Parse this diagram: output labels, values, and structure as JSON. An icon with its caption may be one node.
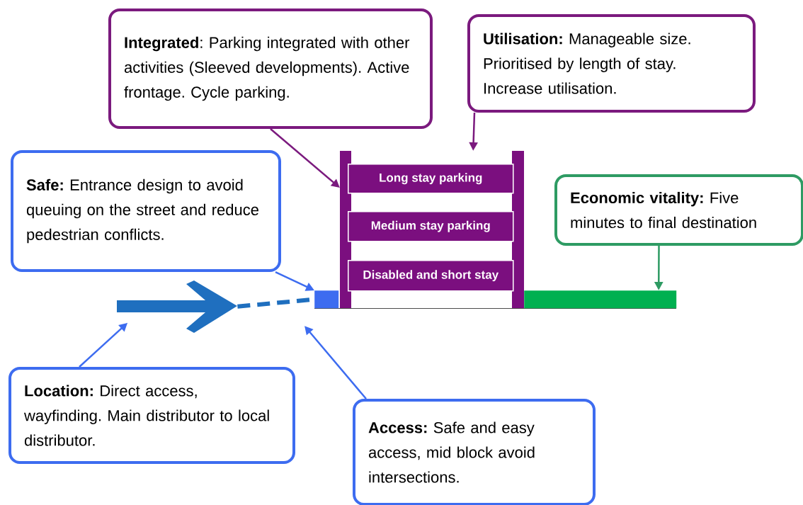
{
  "diagram": {
    "nodes": [
      {
        "text": [
          "**Integrated**: Parking integrated with other activities (Sleeved developments). Active frontage. Cycle parking."
        ]
      },
      {
        "text": [
          "**Utilisation:** Manageable size. Prioritised by length of stay. Increase utilisation."
        ]
      },
      {
        "text": [
          "**Safe:** Entrance design to avoid queuing on the street and reduce pedestrian conflicts."
        ]
      },
      {
        "text": [
          "**Economic vitality:** Five minutes to final destination"
        ]
      },
      {
        "text": [
          "**Location:** Direct access, wayfinding. Main distributor to local distributor."
        ]
      },
      {
        "text": [
          "**Access:** Safe and easy access, mid block avoid intersections."
        ]
      },
      {
        "text": [],
        "shape": "box"
      },
      {
        "text": [
          "Long stay parking"
        ],
        "in": 6
      },
      {
        "text": [
          "Medium stay parking"
        ],
        "in": 6
      },
      {
        "text": [
          "Disabled and short stay"
        ],
        "in": 6
      },
      {
        "text": [],
        "shape": "box"
      },
      {
        "text": [],
        "shape": "bar"
      },
      {
        "text": [],
        "shape": "arrow"
      }
    ],
    "edges": [
      {
        "from": 0,
        "to": 6,
        "arrow": "to",
        "color": "#7b1a7e"
      },
      {
        "from": 1,
        "to": 6,
        "arrow": "to",
        "color": "#7b1a7e"
      },
      {
        "from": 2,
        "to": 10,
        "arrow": "to"
      },
      {
        "from": 3,
        "to": 11,
        "arrow": "to",
        "color": "#2e9b63"
      },
      {
        "from": 4,
        "to": 12,
        "arrow": "to"
      },
      {
        "from": 5,
        "to": null,
        "arrow": "to"
      },
      {
        "from": 12,
        "to": 10,
        "arrow": "none",
        "style": "dashed",
        "color": "#1f6fbf"
      }
    ]
  }
}
